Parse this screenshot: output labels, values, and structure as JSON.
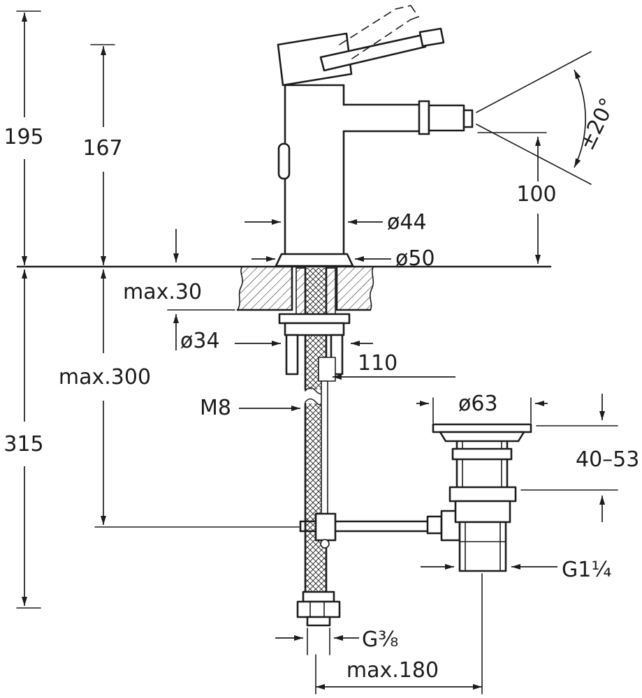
{
  "drawing": {
    "type": "technical-dimension-drawing",
    "subject": "single-lever bidet mixer with pop-up waste",
    "line_color": "#1c1c1c",
    "background": "#ffffff"
  },
  "labels": {
    "overall_height": "195",
    "height_to_spout_top": "167",
    "spout_swivel_angle": "±20°",
    "spout_height": "100",
    "body_diameter": "ø44",
    "base_diameter": "ø50",
    "max_deck_thickness": "max.30",
    "mounting_hole_diameter": "ø34",
    "rod_offset": "110",
    "max_below_deck": "max.300",
    "rod_thread": "M8",
    "supply_hose_length": "315",
    "waste_flange_diameter": "ø63",
    "waste_height_range": "40–53",
    "waste_thread": "G1¼",
    "supply_thread": "G⅜",
    "max_rod_reach": "max.180"
  }
}
